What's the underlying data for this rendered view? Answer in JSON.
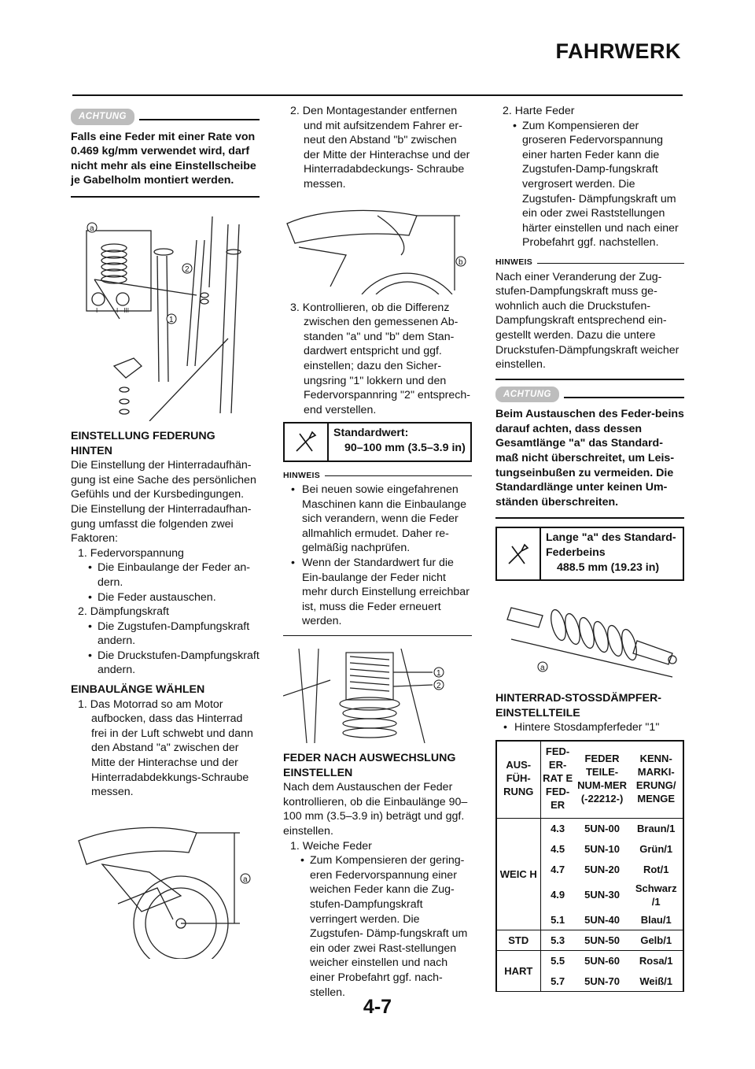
{
  "header": {
    "title": "FAHRWERK",
    "page_number": "4-7"
  },
  "col1": {
    "caution": {
      "badge": "ACHTUNG",
      "text": "Falls eine Feder mit einer Rate von 0.469 kg/mm verwendet wird, darf nicht mehr als eine Einstellscheibe je Gabelholm montiert werden."
    },
    "fig_fork_labels": {
      "a": "a",
      "one": "1",
      "two": "2",
      "i": "I",
      "i_iii": "I - III"
    },
    "section1": {
      "heading": "EINSTELLUNG FEDERUNG HINTEN",
      "para1": "Die Einstellung der Hinterradaufhän-gung ist eine Sache des persönlichen Gefühls und der Kursbedingungen.",
      "para2": "Die Einstellung der Hinterradaufhan-gung umfasst die folgenden zwei Faktoren:",
      "item1": "1.  Federvorspannung",
      "item1_b1": "Die Einbaulange der Feder an-dern.",
      "item1_b2": "Die Feder austauschen.",
      "item2": "2.  Dämpfungskraft",
      "item2_b1": "Die Zugstufen-Dampfungskraft andern.",
      "item2_b2": "Die Druckstufen-Dampfungskraft andern."
    },
    "section2": {
      "heading": "EINBAULÄNGE WÄHLEN",
      "item1": "1.  Das Motorrad so am Motor aufbocken, dass das Hinterrad frei in der Luft schwebt und dann den Abstand \"a\" zwischen der Mitte der Hinterachse und  der Hinterradabdekkungs-Schraube messen."
    },
    "fig_bike_label": "a"
  },
  "col2": {
    "item2": "2.  Den Montagestander entfernen und mit aufsitzendem Fahrer er-neut den Abstand \"b\" zwischen der Mitte der Hinterachse und der Hinterradabdeckungs- Schraube messen.",
    "fig_bike_label": "b",
    "item3": "3.  Kontrollieren, ob die Differenz zwischen den gemessenen Ab-standen \"a\" und \"b\" dem Stan-dardwert entspricht und ggf. einstellen; dazu den Sicher-ungsring \"1\" lokkern und den Federvorspannring \"2\" entsprech-end verstellen.",
    "spec": {
      "label": "Standardwert:",
      "value": "90–100 mm (3.5–3.9 in)"
    },
    "note": {
      "label": "HINWEIS",
      "b1": "Bei neuen sowie eingefahrenen Maschinen kann die Einbaulange sich verandern, wenn die Feder allmahlich ermudet. Daher re-gelmäßig nachprüfen.",
      "b2": "Wenn der Standardwert fur die Ein-baulange der Feder nicht mehr durch Einstellung erreichbar ist, muss die Feder erneuert werden."
    },
    "fig_shock_labels": {
      "one": "1",
      "two": "2"
    },
    "section": {
      "heading": "FEDER NACH AUSWECHSLUNG EINSTELLEN",
      "para": "Nach dem Austauschen der Feder kontrollieren, ob die Einbaulänge 90–100 mm (3.5–3.9 in) beträgt und ggf. einstellen.",
      "item1": "1.  Weiche Feder",
      "item1_b1": "Zum Kompensieren der gering-eren Federvorspannung einer weichen Feder kann die Zug-stufen-Dampfungskraft verringert werden. Die Zugstufen- Dämp-fungskraft um ein oder zwei Rast-stellungen weicher einstellen und nach einer Probefahrt ggf. nach-stellen."
    }
  },
  "col3": {
    "item2": "2.  Harte Feder",
    "item2_b1": "Zum Kompensieren der groseren Federvorspannung einer harten Feder kann die Zugstufen-Damp-fungskraft vergrosert werden. Die Zugstufen- Dämpfungskraft um ein oder zwei Raststellungen härter einstellen und nach einer Probefahrt ggf. nachstellen.",
    "note": {
      "label": "HINWEIS",
      "text": "Nach einer Veranderung der Zug-stufen-Dampfungskraft muss ge-wohnlich auch die Druckstufen-Dampfungskraft entsprechend ein-gestellt werden. Dazu die untere Druckstufen-Dämpfungskraft weicher einstellen."
    },
    "caution": {
      "badge": "ACHTUNG",
      "text": "Beim Austauschen des Feder-beins darauf achten, dass dessen Gesamtlänge \"a\" das Standard-maß nicht überschreitet, um Leis-tungseinbußen zu vermeiden. Die Standardlänge unter keinen Um-ständen überschreiten."
    },
    "spec": {
      "label": "Lange \"a\" des Standard-Federbeins",
      "value": "488.5 mm (19.23 in)"
    },
    "fig_spring_label": "a",
    "section": {
      "heading": "HINTERRAD-STOSSDÄMPFER-EINSTELLTEILE",
      "b1": "Hintere Stosdampferfeder \"1\""
    },
    "table": {
      "headers": [
        "AUS-FÜH-RUNG",
        "FED-ER-RAT E FED-ER",
        "FEDER TEILE-NUM-MER (-22212-)",
        "KENN-MARKI-ERUNG/ MENGE"
      ],
      "groups": [
        {
          "name": "WEIC H",
          "rows": [
            [
              "4.3",
              "5UN-00",
              "Braun/1"
            ],
            [
              "4.5",
              "5UN-10",
              "Grün/1"
            ],
            [
              "4.7",
              "5UN-20",
              "Rot/1"
            ],
            [
              "4.9",
              "5UN-30",
              "Schwarz /1"
            ],
            [
              "5.1",
              "5UN-40",
              "Blau/1"
            ]
          ]
        },
        {
          "name": "STD",
          "rows": [
            [
              "5.3",
              "5UN-50",
              "Gelb/1"
            ]
          ]
        },
        {
          "name": "HART",
          "rows": [
            [
              "5.5",
              "5UN-60",
              "Rosa/1"
            ],
            [
              "5.7",
              "5UN-70",
              "Weiß/1"
            ]
          ]
        }
      ]
    }
  }
}
